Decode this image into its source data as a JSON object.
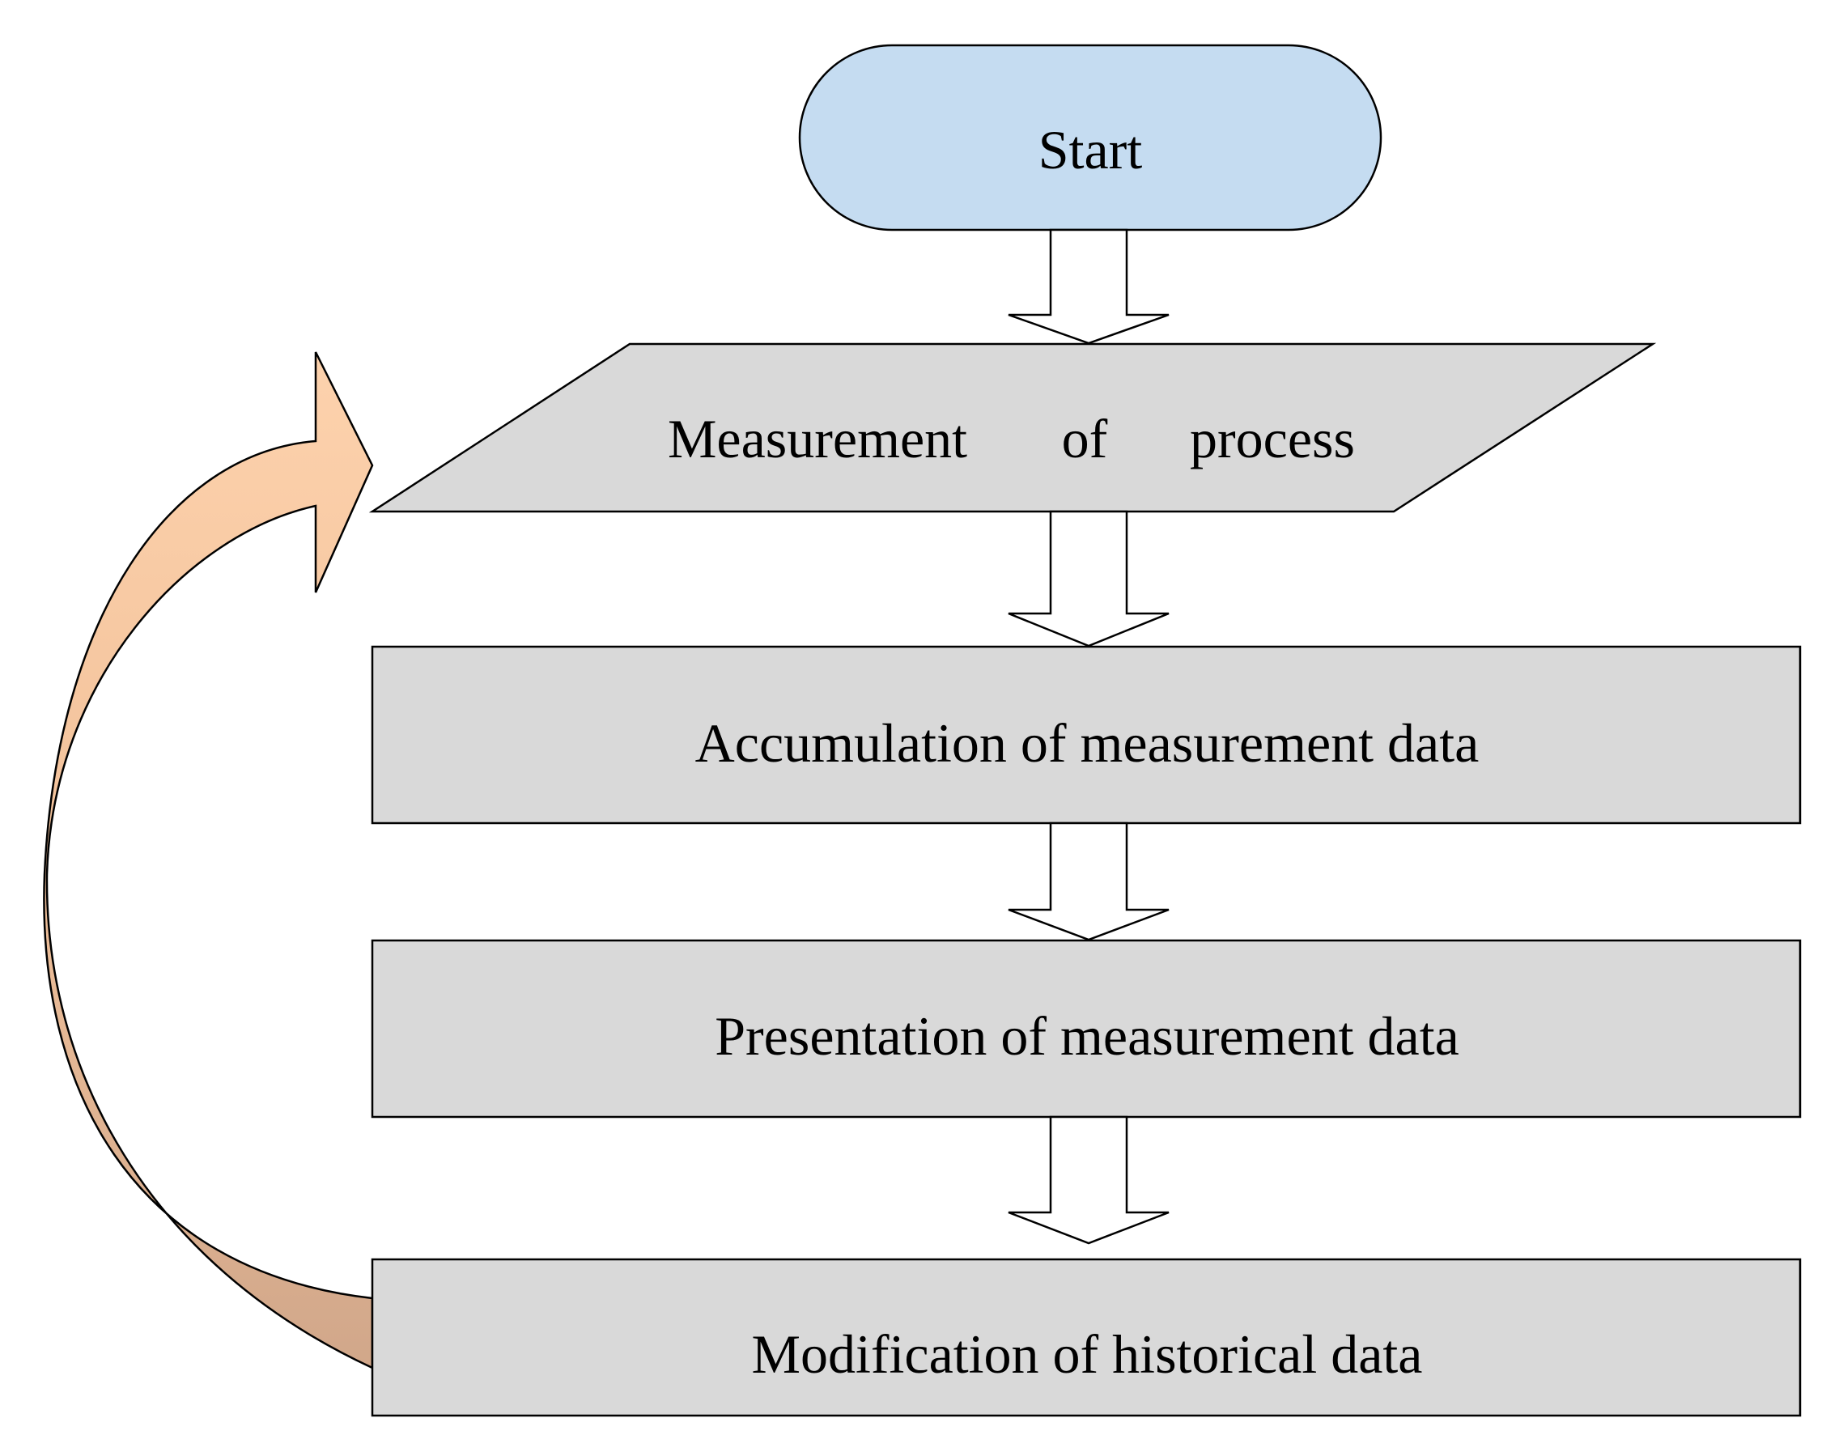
{
  "diagram": {
    "type": "flowchart",
    "nodes": [
      {
        "id": "start",
        "shape": "terminator",
        "label": "Start",
        "fill": "#c5dcf1"
      },
      {
        "id": "measure",
        "shape": "parallelogram",
        "label_parts": [
          "Measurement",
          "of",
          "process"
        ],
        "fill": "#d9d9d9"
      },
      {
        "id": "accumulate",
        "shape": "rectangle",
        "label": "Accumulation of measurement data",
        "fill": "#d9d9d9"
      },
      {
        "id": "present",
        "shape": "rectangle",
        "label": "Presentation of measurement data",
        "fill": "#d9d9d9"
      },
      {
        "id": "modify",
        "shape": "rectangle",
        "label": "Modification of historical data",
        "fill": "#d9d9d9"
      }
    ],
    "edges": [
      {
        "from": "start",
        "to": "measure",
        "style": "hollow-block-arrow"
      },
      {
        "from": "measure",
        "to": "accumulate",
        "style": "hollow-block-arrow"
      },
      {
        "from": "accumulate",
        "to": "present",
        "style": "hollow-block-arrow"
      },
      {
        "from": "present",
        "to": "modify",
        "style": "hollow-block-arrow"
      },
      {
        "from": "modify",
        "to": "measure",
        "style": "curved-feedback-arrow",
        "colors": [
          "#f9c9a3",
          "#d3a98d"
        ]
      }
    ]
  }
}
